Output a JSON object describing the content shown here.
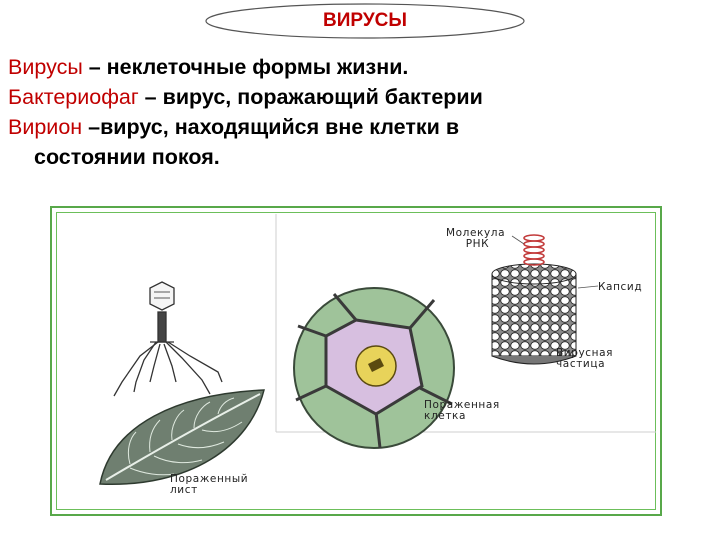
{
  "title": "ВИРУСЫ",
  "definitions": [
    {
      "term": "Вирусы",
      "rest": " – неклеточные формы жизни."
    },
    {
      "term": "Бактериофаг",
      "rest": " – вирус, поражающий бактерии"
    },
    {
      "term": "Вирион",
      "rest": " –вирус, находящийся вне клетки в"
    }
  ],
  "definition_continuation": "состоянии покоя.",
  "figure": {
    "labels": {
      "rna_molecule": "Молекула\n     РНК",
      "capsid": "Капсид",
      "virus_particle": "Вирусная\nчастица",
      "infected_cell": "Пораженная\nклетка",
      "infected_leaf": "Пораженный\nлист"
    }
  },
  "colors": {
    "title": "#c00000",
    "term": "#c00000",
    "frame": "#58a84a"
  }
}
